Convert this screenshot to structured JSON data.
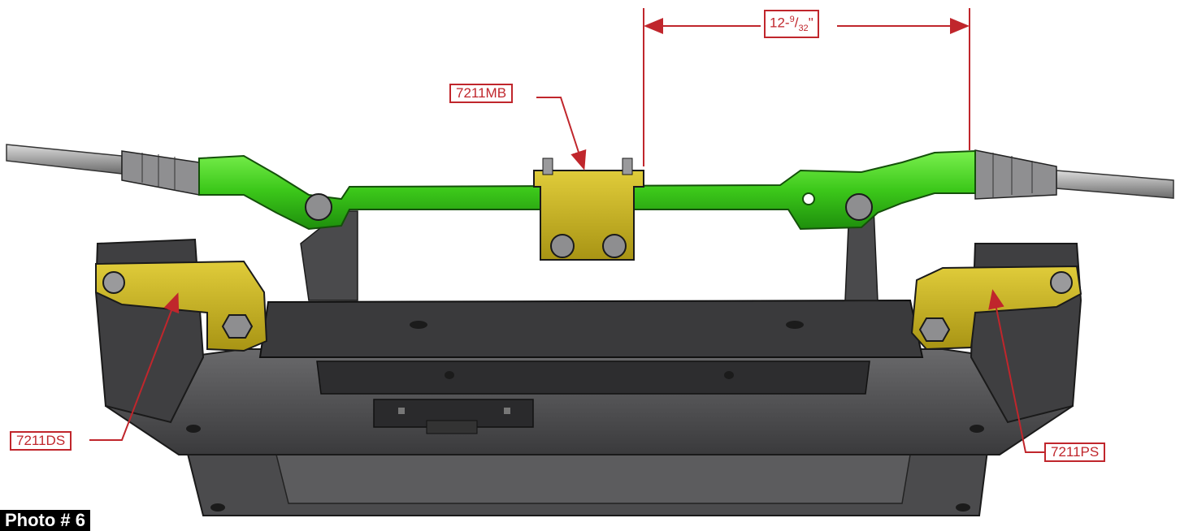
{
  "labels": {
    "mount_bracket": "7211MB",
    "driver_side": "7211DS",
    "passenger_side": "7211PS"
  },
  "dimension": {
    "whole": "12-",
    "numerator": "9",
    "slash": "/",
    "denominator": "32",
    "unit": "\""
  },
  "caption": "Photo # 6",
  "colors": {
    "callout_red": "#c0262c",
    "rack_green": "#3fd11a",
    "bracket_yellow": "#c8b22a",
    "frame_gray": "#4d4d4f"
  }
}
